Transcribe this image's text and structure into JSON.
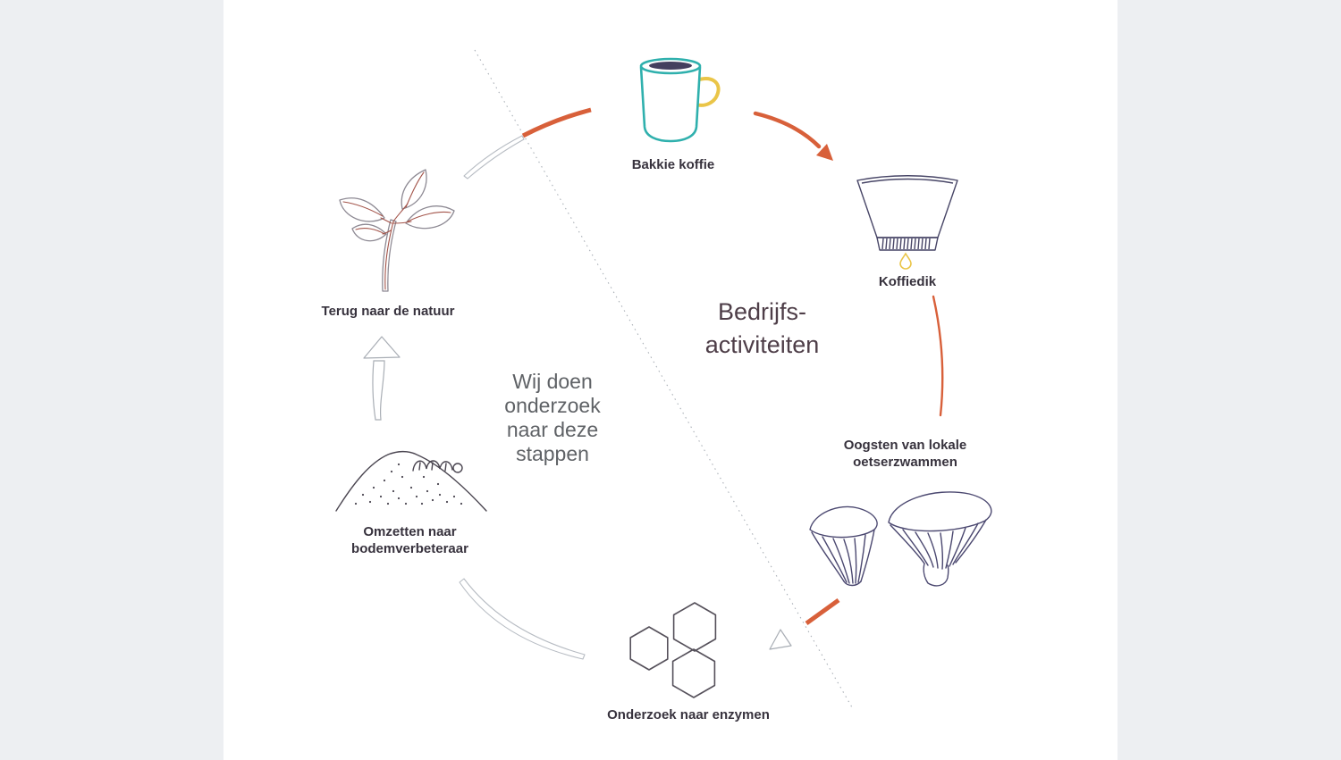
{
  "title_lines": [
    "Bedrijfs-",
    "activiteiten"
  ],
  "note_lines": [
    "Wij doen",
    "onderzoek",
    "naar deze",
    "stappen"
  ],
  "steps": [
    {
      "label": "Bakkie koffie",
      "icon": "coffee-mug-icon"
    },
    {
      "label": "Koffiedik",
      "icon": "coffee-filter-icon"
    },
    {
      "label": "Oogsten van lokale oetserzwammen",
      "icon": "oyster-mushrooms-icon"
    },
    {
      "label": "Onderzoek naar enzymen",
      "icon": "enzyme-hexagons-icon"
    },
    {
      "label": "Omzetten naar bodemverbeteraar",
      "icon": "soil-mound-worm-icon"
    },
    {
      "label": "Terug naar de natuur",
      "icon": "plant-sapling-icon"
    }
  ],
  "colors": {
    "accent_orange": "#d8603a",
    "mug_teal": "#2fb0ad",
    "accent_yellow": "#eac548",
    "illustration_indigo": "#4b4870",
    "title_text": "#4e3e48",
    "note_text": "#5f6266",
    "label_text": "#37323d",
    "background_gray": "#edeff2",
    "canvas_white": "#ffffff"
  }
}
